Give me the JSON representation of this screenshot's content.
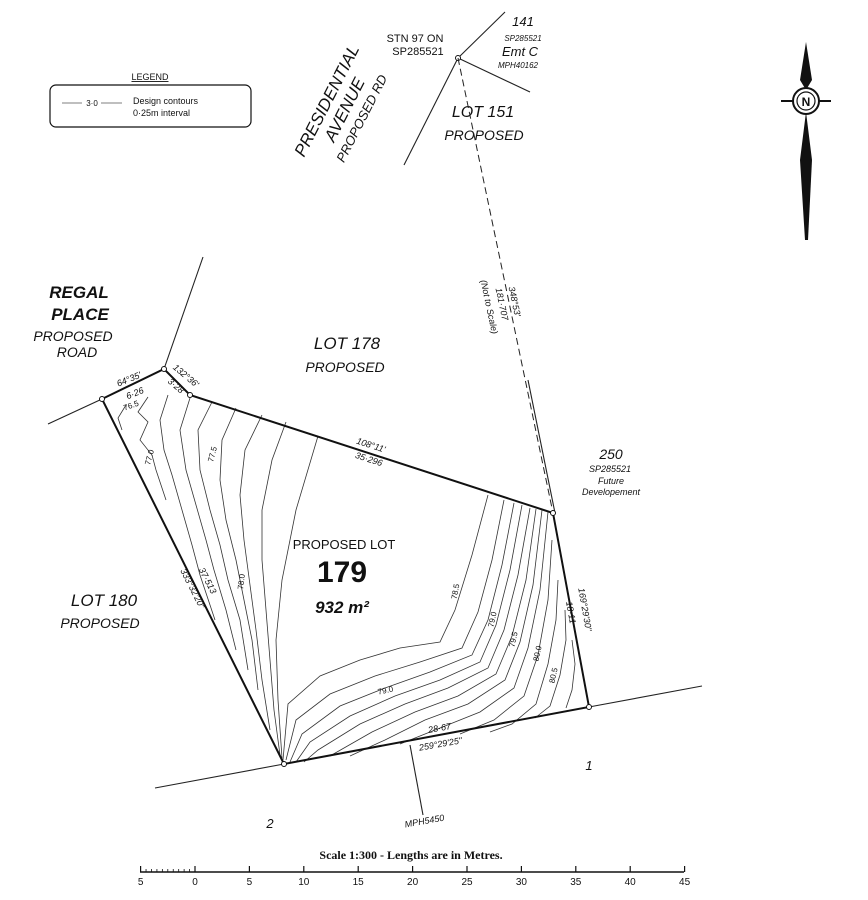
{
  "legend": {
    "title": "LEGEND",
    "sample_label": "3·0",
    "line1": "Design contours",
    "line2": "0·25m interval"
  },
  "station": {
    "line1": "STN 97 ON",
    "line2": "SP285521"
  },
  "parcel_141": {
    "number": "141",
    "plan": "SP285521",
    "easement": "Emt C",
    "ref": "MPH40162"
  },
  "street": {
    "line1": "PRESIDENTIAL",
    "line2": "AVENUE",
    "line3": "PROPOSED RD"
  },
  "lot151": {
    "name": "LOT 151",
    "status": "PROPOSED"
  },
  "tie_line": {
    "bearing": "348°53'",
    "distance": "181·707",
    "note": "(Not to Scale)"
  },
  "regal": {
    "line1": "REGAL",
    "line2": "PLACE",
    "line3": "PROPOSED",
    "line4": "ROAD"
  },
  "lot178": {
    "name": "LOT 178",
    "status": "PROPOSED"
  },
  "lot250": {
    "number": "250",
    "plan": "SP285521",
    "line1": "Future",
    "line2": "Developement"
  },
  "lot180": {
    "name": "LOT 180",
    "status": "PROPOSED"
  },
  "main_lot": {
    "label": "PROPOSED LOT",
    "number": "179",
    "area": "932 m²"
  },
  "boundaries": {
    "nw_bearing": "64°35'",
    "nw_distance": "6·26",
    "n_bearing": "132°36'",
    "n_distance": "3·28",
    "ne_bearing": "108°11'",
    "ne_distance": "35·296",
    "e_bearing": "169°29'30\"",
    "e_distance": "18·11",
    "s_distance": "28·67",
    "s_bearing": "259°29'25\"",
    "w_bearing": "333°32'20\"",
    "w_distance": "37·513"
  },
  "contours": [
    "76.5",
    "77.0",
    "77.5",
    "78.0",
    "78.5",
    "79.0",
    "79.5",
    "80.0",
    "80.5",
    "79.0"
  ],
  "lot_1": "1",
  "lot_2": "2",
  "mark": "MPH5450",
  "north_letter": "N",
  "scale": {
    "title": "Scale 1:300 - Lengths are in Metres.",
    "ticks": [
      "5",
      "0",
      "5",
      "10",
      "15",
      "20",
      "25",
      "30",
      "35",
      "40",
      "45"
    ]
  }
}
